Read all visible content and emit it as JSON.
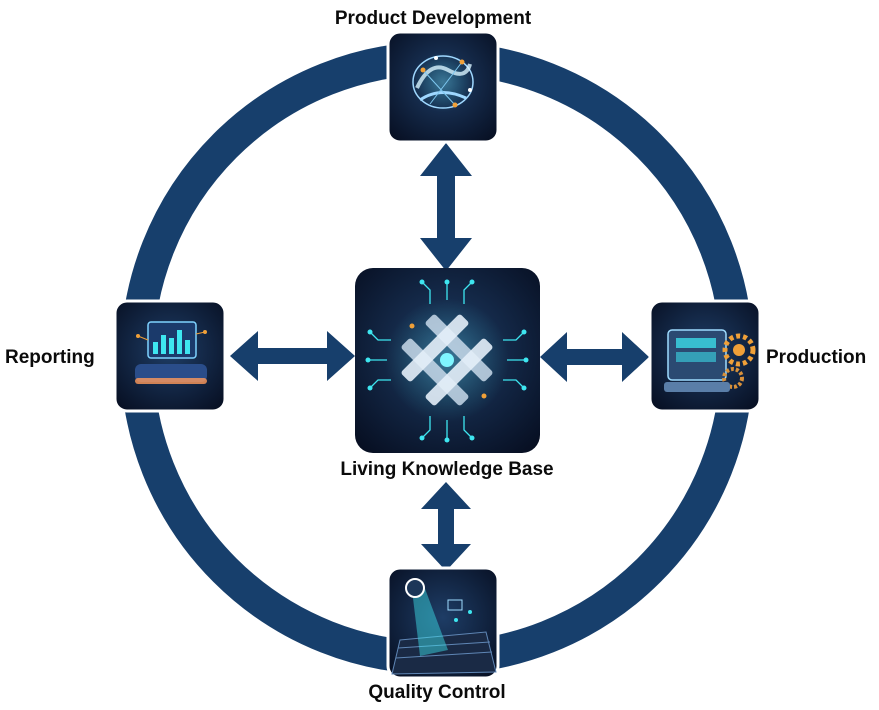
{
  "diagram": {
    "center": {
      "label": "Living Knowledge Base",
      "icon": "woven-circuit-knowledge-icon"
    },
    "nodes": [
      {
        "id": "top",
        "label": "Product Development",
        "icon": "neural-brain-design-icon"
      },
      {
        "id": "right",
        "label": "Production",
        "icon": "gear-machinery-icon"
      },
      {
        "id": "bottom",
        "label": "Quality Control",
        "icon": "magnifier-scan-icon"
      },
      {
        "id": "left",
        "label": "Reporting",
        "icon": "dashboard-chart-icon"
      }
    ],
    "links": [
      {
        "from": "center",
        "to": "top",
        "direction": "bidirectional"
      },
      {
        "from": "center",
        "to": "right",
        "direction": "bidirectional"
      },
      {
        "from": "center",
        "to": "bottom",
        "direction": "bidirectional"
      },
      {
        "from": "center",
        "to": "left",
        "direction": "bidirectional"
      }
    ],
    "colors": {
      "ring": "#173f6c",
      "arrow": "#173f6c",
      "tile_bg": "#0b1a33",
      "glow": "#3ee6f0",
      "accent": "#f0a038"
    }
  }
}
